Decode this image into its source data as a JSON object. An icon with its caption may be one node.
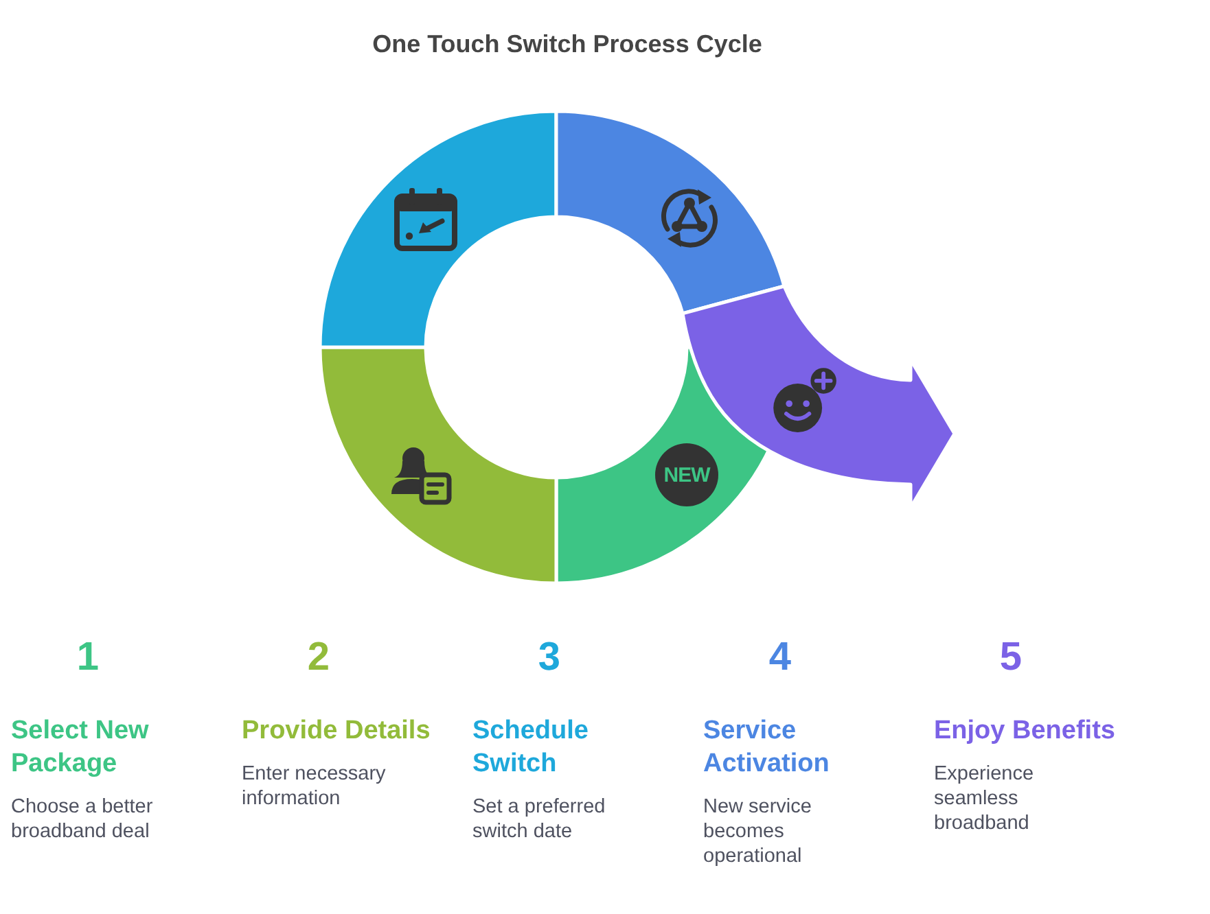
{
  "diagram": {
    "title": "One Touch Switch Process Cycle",
    "labels": [
      "NEW",
      "1",
      "Select New Package",
      "Choose a better broadband deal",
      "2",
      "Provide Details",
      "Enter necessary information",
      "3",
      "Schedule Switch",
      "Set a preferred switch date",
      "4",
      "Service Activation",
      "New service becomes operational",
      "5",
      "Enjoy Benefits",
      "Experience seamless broadband"
    ]
  }
}
